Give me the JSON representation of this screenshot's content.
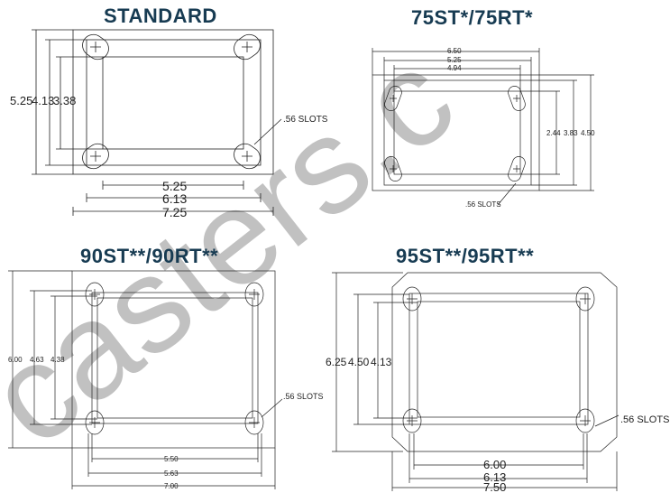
{
  "watermark": {
    "text": "casters.c",
    "color": "#7fc241"
  },
  "titles": {
    "standard": "STANDARD",
    "p75": "75ST*/75RT*",
    "p90": "90ST**/90RT**",
    "p95": "95ST**/95RT**"
  },
  "standard": {
    "v_outer": "5.25",
    "v_mid": "4.13",
    "v_inner": "3.38",
    "h_inner": "5.25",
    "h_mid": "6.13",
    "h_outer": "7.25",
    "slots": ".56 SLOTS"
  },
  "p75": {
    "h_outer": "6.50",
    "h_mid": "5.25",
    "h_inner": "4.94",
    "v_inner": "2.44",
    "v_mid": "3.83",
    "v_outer": "4.50",
    "slots": ".56 SLOTS"
  },
  "p90": {
    "v_outer": "6.00",
    "v_mid": "4.63",
    "v_inner": "4.38",
    "h_inner": "5.50",
    "h_mid": "5.63",
    "h_outer": "7.00",
    "slots": ".56 SLOTS"
  },
  "p95": {
    "v_outer": "6.25",
    "v_mid": "4.50",
    "v_inner": "4.13",
    "h_inner": "6.00",
    "h_mid": "6.13",
    "h_outer": "7.50",
    "slots": ".56 SLOTS"
  }
}
